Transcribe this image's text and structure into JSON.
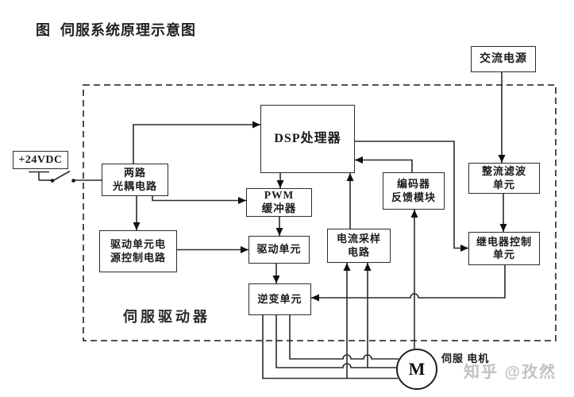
{
  "title": "图  伺服系统原理示意图",
  "colors": {
    "wire": "#2a2a2a",
    "box_border": "#2b2b2b",
    "text": "#1a1a1a",
    "watermark": "#c2c2c2",
    "background": "#ffffff"
  },
  "boxes": {
    "ac_power": {
      "line1": "交流电源"
    },
    "dsp": {
      "line1": "DSP处理器"
    },
    "vdc": {
      "line1": "+24VDC"
    },
    "optocoupler": {
      "line1": "两路",
      "line2": "光耦电路"
    },
    "rectifier_filter": {
      "line1": "整流滤波",
      "line2": "单元"
    },
    "encoder_feedback": {
      "line1": "编码器",
      "line2": "反馈模块"
    },
    "pwm_buffer": {
      "line1": "PWM",
      "line2": "缓冲器"
    },
    "drive_power_control": {
      "line1": "驱动单元电",
      "line2": "源控制电路"
    },
    "drive_unit": {
      "line1": "驱动单元"
    },
    "current_sampling": {
      "line1": "电流采样",
      "line2": "电路"
    },
    "relay_control": {
      "line1": "继电器控制",
      "line2": "单元"
    },
    "inverter": {
      "line1": "逆变单元"
    },
    "motor": {
      "symbol": "M"
    }
  },
  "labels": {
    "servo_driver": "伺服驱动器",
    "servo_motor_line1": "伺服",
    "servo_motor_line2": "电机",
    "watermark": "知乎 @孜然"
  }
}
